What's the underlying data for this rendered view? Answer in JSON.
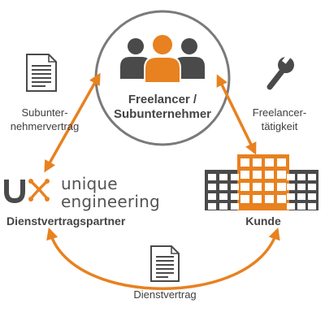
{
  "colors": {
    "accent": "#E8811F",
    "dark": "#4A4A4A",
    "circle_stroke": "#7A7A7A",
    "text": "#3F3F3F"
  },
  "center_node": {
    "icon": "people-group-icon",
    "line1": "Freelancer /",
    "line2": "Subunternehmer"
  },
  "left_node": {
    "logo_icon": "unique-engineering-logo",
    "logo_line1": "unique",
    "logo_line2": "engineering",
    "label": "Dienstvertragspartner"
  },
  "right_node": {
    "icon": "buildings-icon",
    "label": "Kunde"
  },
  "edges": {
    "left": {
      "icon": "document-icon",
      "line1": "Subunter-",
      "line2": "nehmervertrag"
    },
    "right": {
      "icon": "wrench-icon",
      "line1": "Freelancer-",
      "line2": "tätigkeit"
    },
    "bottom": {
      "icon": "document-icon",
      "label": "Dienstvertrag"
    }
  }
}
